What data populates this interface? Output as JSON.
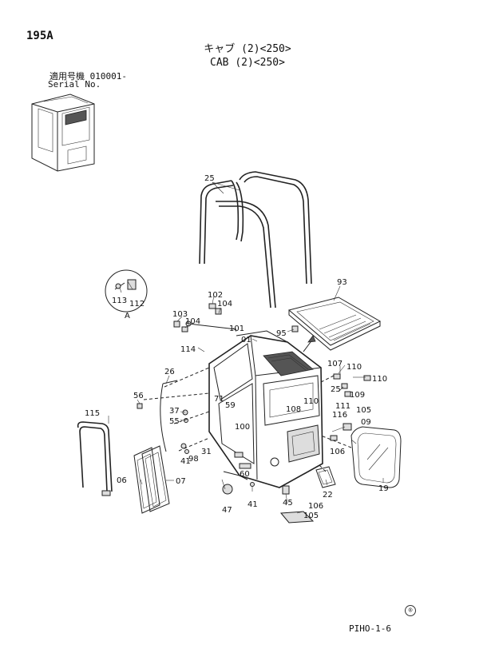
{
  "header": {
    "page_code": "195A",
    "title_jp": "キャブ (2)<250>",
    "title_en": "CAB (2)<250>",
    "serial_label_jp": "適用号機 010001-",
    "serial_label_en": "Serial No."
  },
  "detail_label": "A",
  "callouts": [
    "25",
    "93",
    "102",
    "104",
    "103",
    "104",
    "101",
    "95",
    "01",
    "114",
    "110",
    "107",
    "110",
    "26",
    "25",
    "109",
    "56",
    "71",
    "59",
    "110",
    "108",
    "111",
    "116",
    "105",
    "37",
    "55",
    "100",
    "09",
    "31",
    "98",
    "41",
    "115",
    "106",
    "06",
    "07",
    "60",
    "22",
    "19",
    "47",
    "41",
    "45",
    "106",
    "105",
    "113",
    "112"
  ],
  "footer": {
    "code": "PIHO-1-6",
    "copyright": "®"
  }
}
